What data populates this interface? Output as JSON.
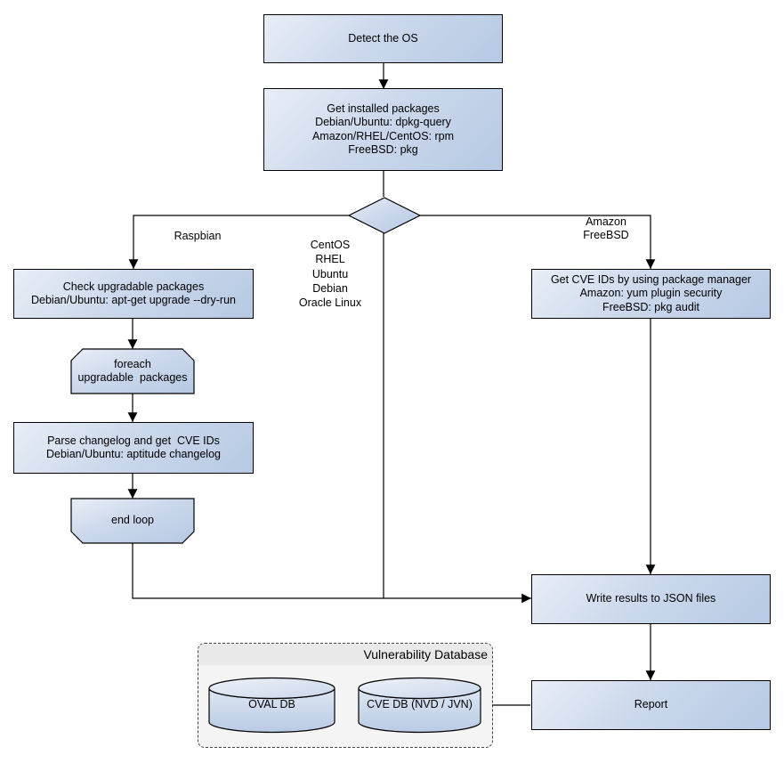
{
  "colors": {
    "background": "#ffffff",
    "node_gradient_start": "#e9eef7",
    "node_gradient_end": "#b6c9e3",
    "node_border": "#000000",
    "connector": "#000000",
    "container_body_fill": "#f4f4f4",
    "container_header_fill": "#e9e9e9",
    "container_border": "#444444"
  },
  "nodes": {
    "detect_os": {
      "label": "Detect the OS"
    },
    "get_installed_packages": {
      "lines": [
        "Get installed packages",
        "Debian/Ubuntu: dpkg-query",
        "Amazon/RHEL/CentOS: rpm",
        "FreeBSD: pkg"
      ]
    },
    "check_upgradable": {
      "lines": [
        "Check upgradable packages",
        "Debian/Ubuntu: apt-get upgrade --dry-run"
      ]
    },
    "foreach_loop": {
      "lines": [
        "foreach",
        "upgradable  packages"
      ]
    },
    "parse_changelog": {
      "lines": [
        "Parse changelog and get  CVE IDs",
        "Debian/Ubuntu: aptitude changelog"
      ]
    },
    "end_loop": {
      "label": "end loop"
    },
    "get_cve_ids": {
      "lines": [
        "Get CVE IDs by using package manager",
        "Amazon: yum plugin security",
        "FreeBSD: pkg audit"
      ]
    },
    "write_results": {
      "label": "Write results to JSON files"
    },
    "report": {
      "label": "Report"
    }
  },
  "edge_labels": {
    "raspbian": "Raspbian",
    "middle_os": [
      "CentOS",
      "RHEL",
      "Ubuntu",
      "Debian",
      "Oracle Linux"
    ],
    "right_os": [
      "Amazon",
      "FreeBSD"
    ]
  },
  "database": {
    "title": "Vulnerability Database",
    "items": [
      {
        "label": "OVAL DB"
      },
      {
        "label": "CVE DB (NVD / JVN)"
      }
    ]
  }
}
